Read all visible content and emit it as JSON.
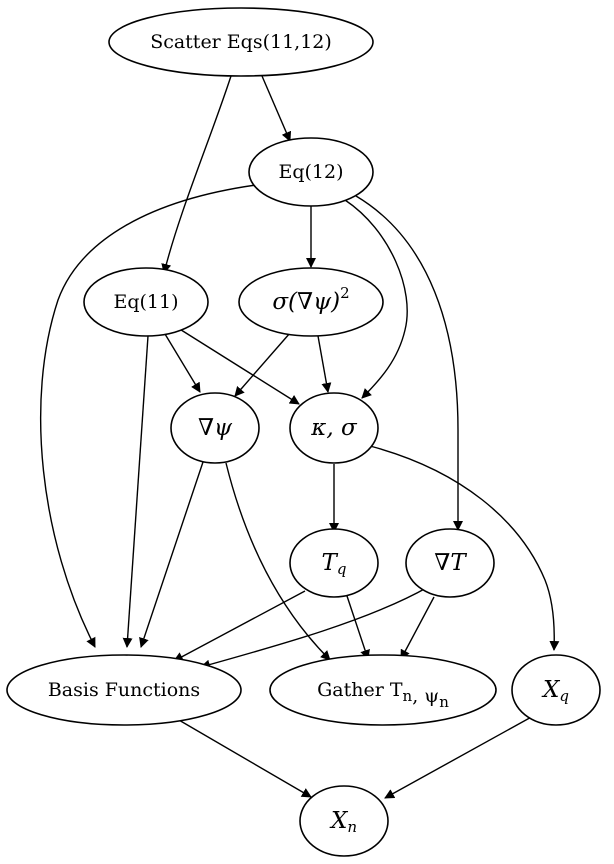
{
  "diagram": {
    "nodes": {
      "scatter": {
        "label": "Scatter Eqs(11,12)"
      },
      "eq12": {
        "label": "Eq(12)"
      },
      "eq11": {
        "label": "Eq(11)"
      },
      "sigma_grad_psi_sq": {
        "label": "σ(∇ψ)²"
      },
      "grad_psi": {
        "label": "∇ψ"
      },
      "kappa_sigma": {
        "label": "κ, σ"
      },
      "t_q": {
        "label": "T_q"
      },
      "grad_t": {
        "label": "∇T"
      },
      "basis_functions": {
        "label": "Basis Functions"
      },
      "gather": {
        "prefix": "Gather",
        "label": "Gather T_n, ψ_n"
      },
      "x_q": {
        "label": "X_q"
      },
      "x_n": {
        "label": "X_n"
      }
    },
    "edges": [
      [
        "Scatter Eqs(11,12)",
        "Eq(12)"
      ],
      [
        "Scatter Eqs(11,12)",
        "Eq(11)"
      ],
      [
        "Eq(12)",
        "Basis Functions"
      ],
      [
        "Eq(12)",
        "σ(∇ψ)²"
      ],
      [
        "Eq(12)",
        "κ, σ"
      ],
      [
        "Eq(12)",
        "∇T"
      ],
      [
        "Eq(11)",
        "∇ψ"
      ],
      [
        "Eq(11)",
        "κ, σ"
      ],
      [
        "Eq(11)",
        "Basis Functions"
      ],
      [
        "σ(∇ψ)²",
        "∇ψ"
      ],
      [
        "σ(∇ψ)²",
        "κ, σ"
      ],
      [
        "∇ψ",
        "Basis Functions"
      ],
      [
        "∇ψ",
        "Gather T_n, ψ_n"
      ],
      [
        "κ, σ",
        "T_q"
      ],
      [
        "κ, σ",
        "X_q"
      ],
      [
        "T_q",
        "Basis Functions"
      ],
      [
        "T_q",
        "Gather T_n, ψ_n"
      ],
      [
        "∇T",
        "Basis Functions"
      ],
      [
        "∇T",
        "Gather T_n, ψ_n"
      ],
      [
        "Basis Functions",
        "X_n"
      ],
      [
        "X_q",
        "X_n"
      ]
    ]
  }
}
